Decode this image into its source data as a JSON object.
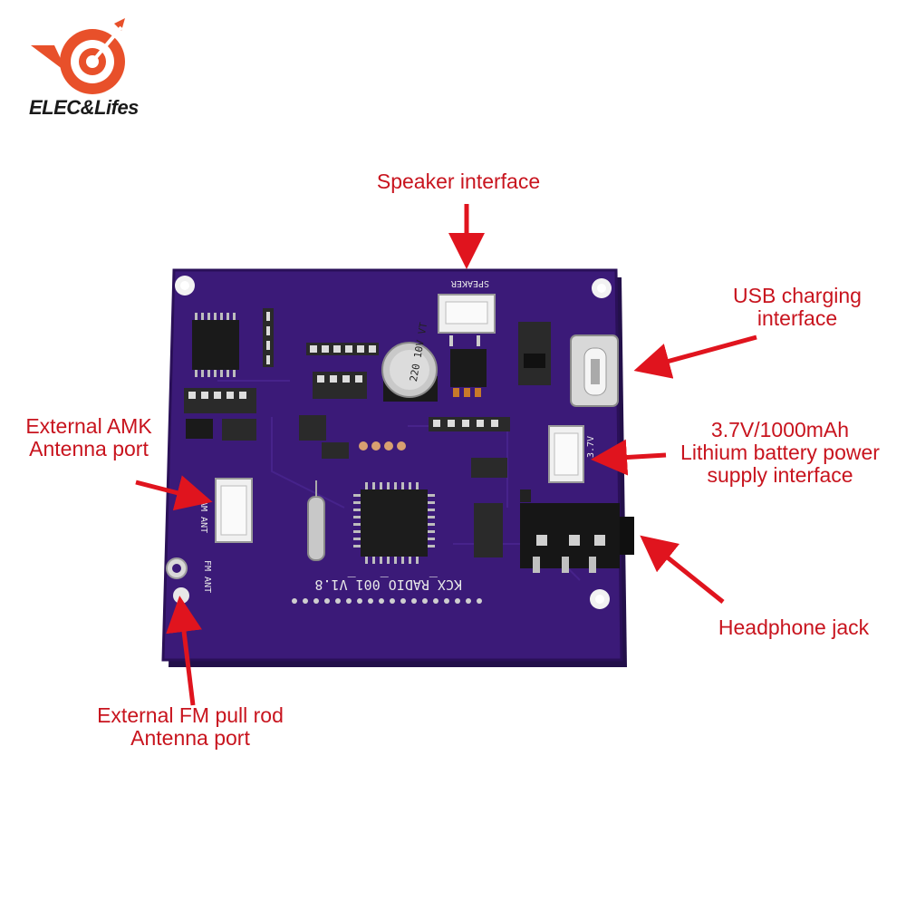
{
  "logo": {
    "brand": "ELEC&Lifes",
    "color": "#e8502a"
  },
  "board": {
    "silkscreen_id": "KCX_RADIO_001_V1.8",
    "speaker_label": "SPEAKER",
    "battery_label": "3.7V",
    "capacitor_text": "220 10V VT",
    "am_label": "AM ANT",
    "fm_label": "FM ANT",
    "pcb_color": "#3b1a78"
  },
  "labels": {
    "speaker": "Speaker interface",
    "usb_line1": "USB charging",
    "usb_line2": "interface",
    "amk_line1": "External AMK",
    "amk_line2": "Antenna port",
    "battery_line1": "3.7V/1000mAh",
    "battery_line2": "Lithium battery power",
    "battery_line3": "supply interface",
    "headphone": "Headphone jack",
    "fm_line1": "External FM pull rod",
    "fm_line2": "Antenna port"
  },
  "colors": {
    "annotation": "#c8141e",
    "arrow": "#e0141e"
  }
}
